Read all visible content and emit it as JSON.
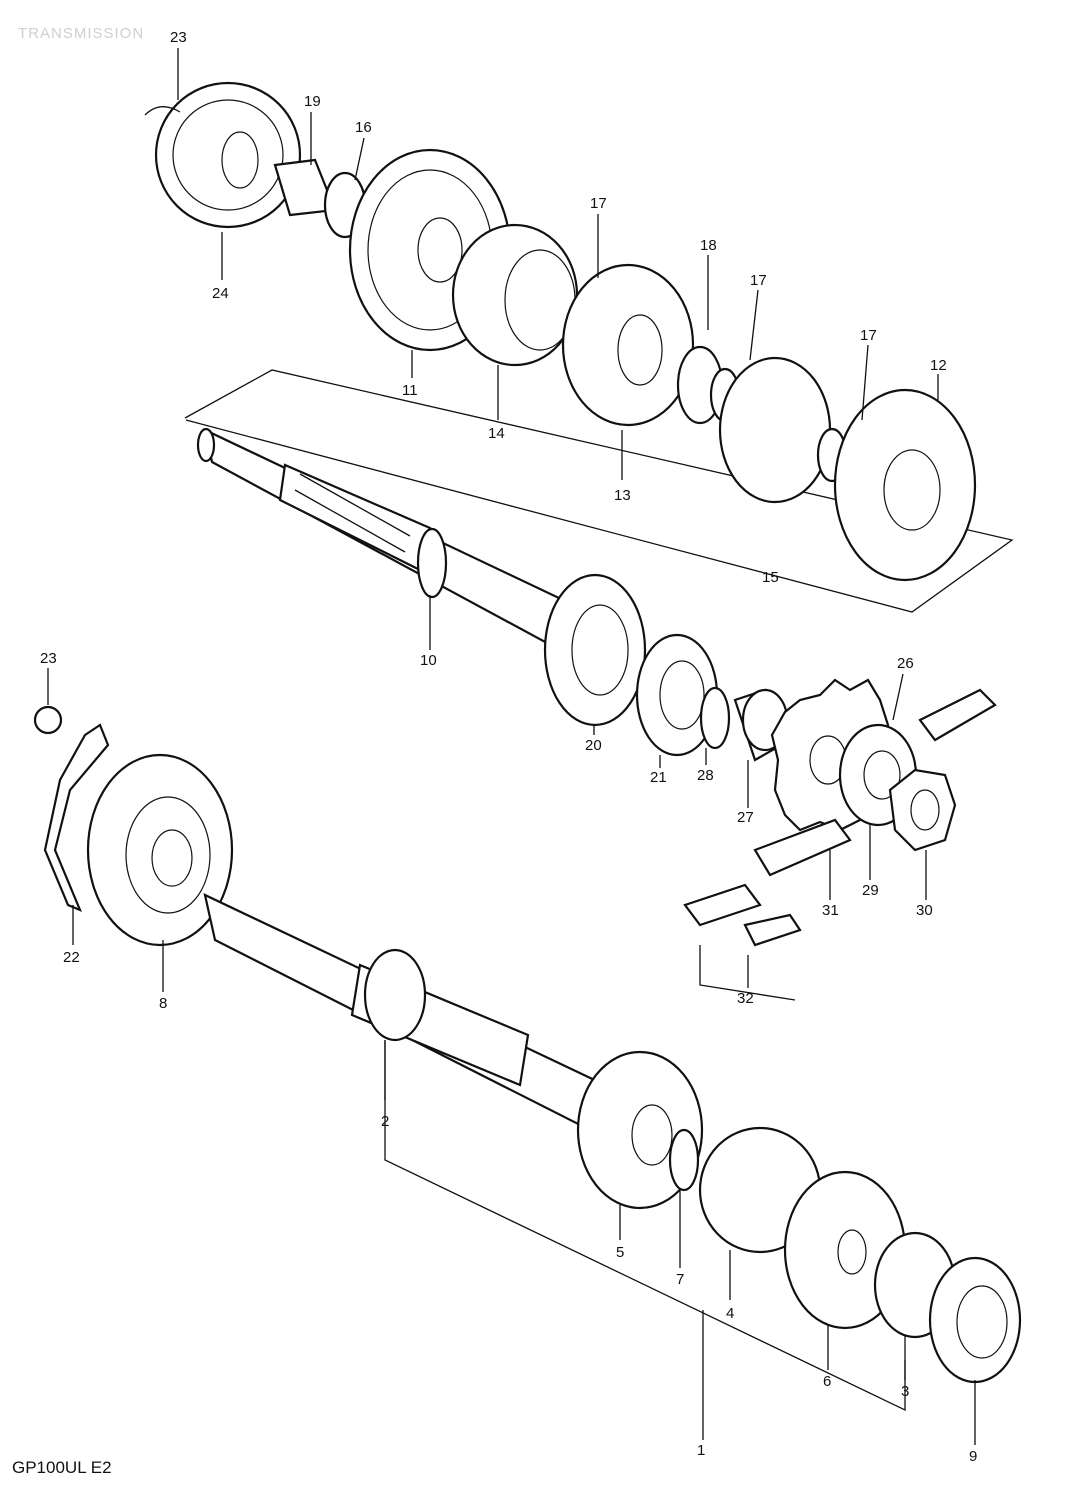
{
  "header": "TRANSMISSION",
  "model_code": "GP100UL E2",
  "part_numbers": [
    "23",
    "19",
    "16",
    "24",
    "11",
    "14",
    "17",
    "18",
    "17",
    "17",
    "12",
    "13",
    "15",
    "10",
    "23",
    "20",
    "21",
    "28",
    "26",
    "27",
    "31",
    "29",
    "30",
    "22",
    "8",
    "32",
    "2",
    "5",
    "7",
    "4",
    "6",
    "3",
    "1",
    "9"
  ]
}
